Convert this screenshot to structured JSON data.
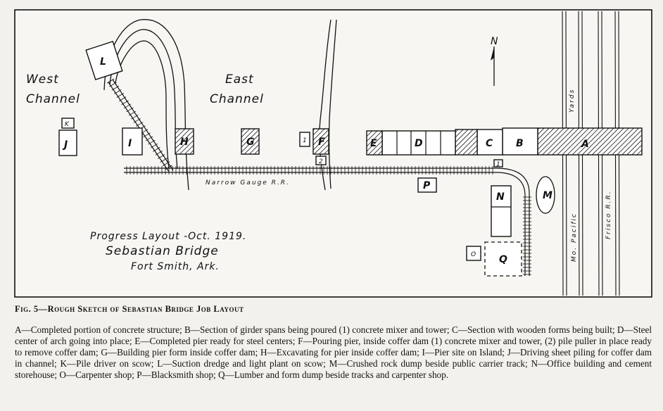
{
  "map": {
    "west_channel": [
      "West",
      "Channel"
    ],
    "east_channel": [
      "East",
      "Channel"
    ],
    "narrow_gauge": "Narrow Gauge R.R.",
    "north": "N",
    "title_line1": "Progress Layout -Oct. 1919.",
    "title_line2": "Sebastian Bridge",
    "title_line3": "Fort Smith, Ark.",
    "yards": "Yards",
    "mo_pacific": "Mo. Pacific",
    "frisco": "Frisco R.R.",
    "labels": {
      "A": "A",
      "B": "B",
      "C": "C",
      "D": "D",
      "E": "E",
      "F": "F",
      "G": "G",
      "H": "H",
      "I": "I",
      "J": "J",
      "K": "K",
      "L": "L",
      "M": "M",
      "N": "N",
      "O": "O",
      "P": "P",
      "Q": "Q",
      "one_c": "1",
      "one_f": "1",
      "two_f": "2"
    }
  },
  "caption": {
    "title": "Fig. 5—Rough Sketch of Sebastian Bridge Job Layout",
    "body": "A—Completed portion of concrete structure; B—Section of girder spans being poured (1) concrete mixer and tower; C—Section with wooden forms being built; D—Steel center of arch going into place; E—Completed pier ready for steel centers; F—Pouring pier, inside coffer dam (1) concrete mixer and tower, (2) pile puller in place ready to remove coffer dam; G—Building pier form inside coffer dam; H—Excavating for pier inside coffer dam; I—Pier site on Island; J—Driving sheet piling for coffer dam in channel; K—Pile driver on scow; L—Suction dredge and light plant on scow; M—Crushed rock dump beside public carrier track; N—Office building and cement storehouse; O—Carpenter shop; P—Blacksmith shop; Q—Lumber and form dump beside tracks and carpenter shop."
  }
}
